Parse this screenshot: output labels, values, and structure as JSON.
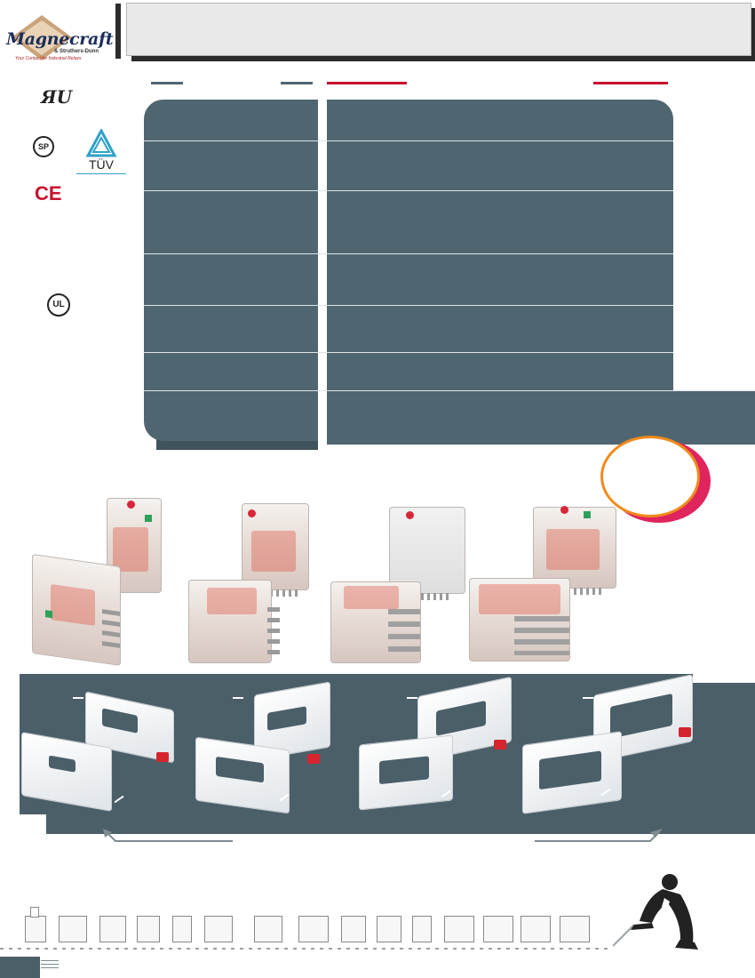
{
  "brand": {
    "name": "Magnecraft",
    "sub": "& Struthers-Dunn",
    "tagline": "Your Contact for Industrial Relays"
  },
  "certifications": {
    "tuv_label": "TÜV",
    "csa_mark": "SP",
    "ce_mark": "CE",
    "ul_mark": "UL"
  },
  "colors": {
    "panel": "#4f6670",
    "accent_red": "#c8102e",
    "bubble_ring": "#f08a1c",
    "bubble_shadow": "#e0245e"
  },
  "icons": [
    "ur-recognized-icon",
    "csa-icon",
    "tuv-icon",
    "ce-icon",
    "ul-listed-icon",
    "arrow-right-icon",
    "pointer-arrow-icon",
    "double-arrow-icon",
    "worker-illustration-icon"
  ]
}
